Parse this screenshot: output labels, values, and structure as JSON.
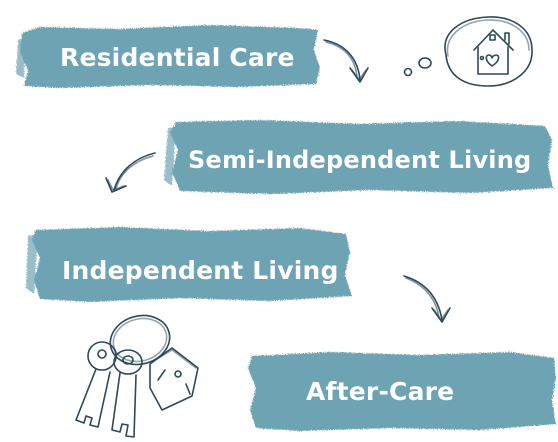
{
  "stages": [
    {
      "id": "residential",
      "label": "Residential Care"
    },
    {
      "id": "semi",
      "label": "Semi-Independent Living"
    },
    {
      "id": "independent",
      "label": "Independent Living"
    },
    {
      "id": "aftercare",
      "label": "After-Care"
    }
  ],
  "colors": {
    "banner": "#6ea3b3",
    "banner_edge": "#5f95a6",
    "ink": "#2c4a5a",
    "label": "#ffffff",
    "background": "#ffffff"
  },
  "icons": [
    "house-with-heart-thought-bubble-icon",
    "keys-with-house-tag-icon",
    "arrow-icon"
  ]
}
